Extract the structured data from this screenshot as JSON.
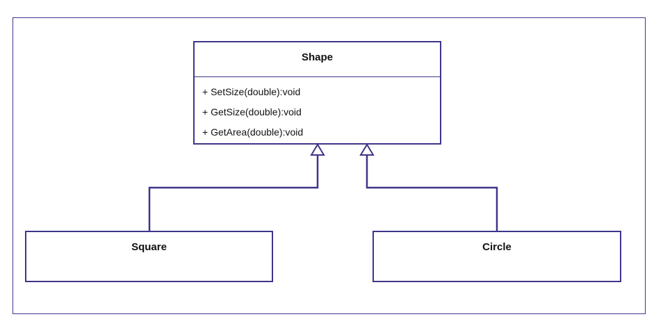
{
  "diagram": {
    "classes": {
      "parent": {
        "name": "Shape",
        "methods": [
          "+ SetSize(double):void",
          "+ GetSize(double):void",
          "+ GetArea(double):void"
        ]
      },
      "left_child": {
        "name": "Square"
      },
      "right_child": {
        "name": "Circle"
      }
    },
    "relationship": "generalization",
    "colors": {
      "stroke": "#3d3589",
      "text": "#111111",
      "background": "#ffffff"
    }
  }
}
